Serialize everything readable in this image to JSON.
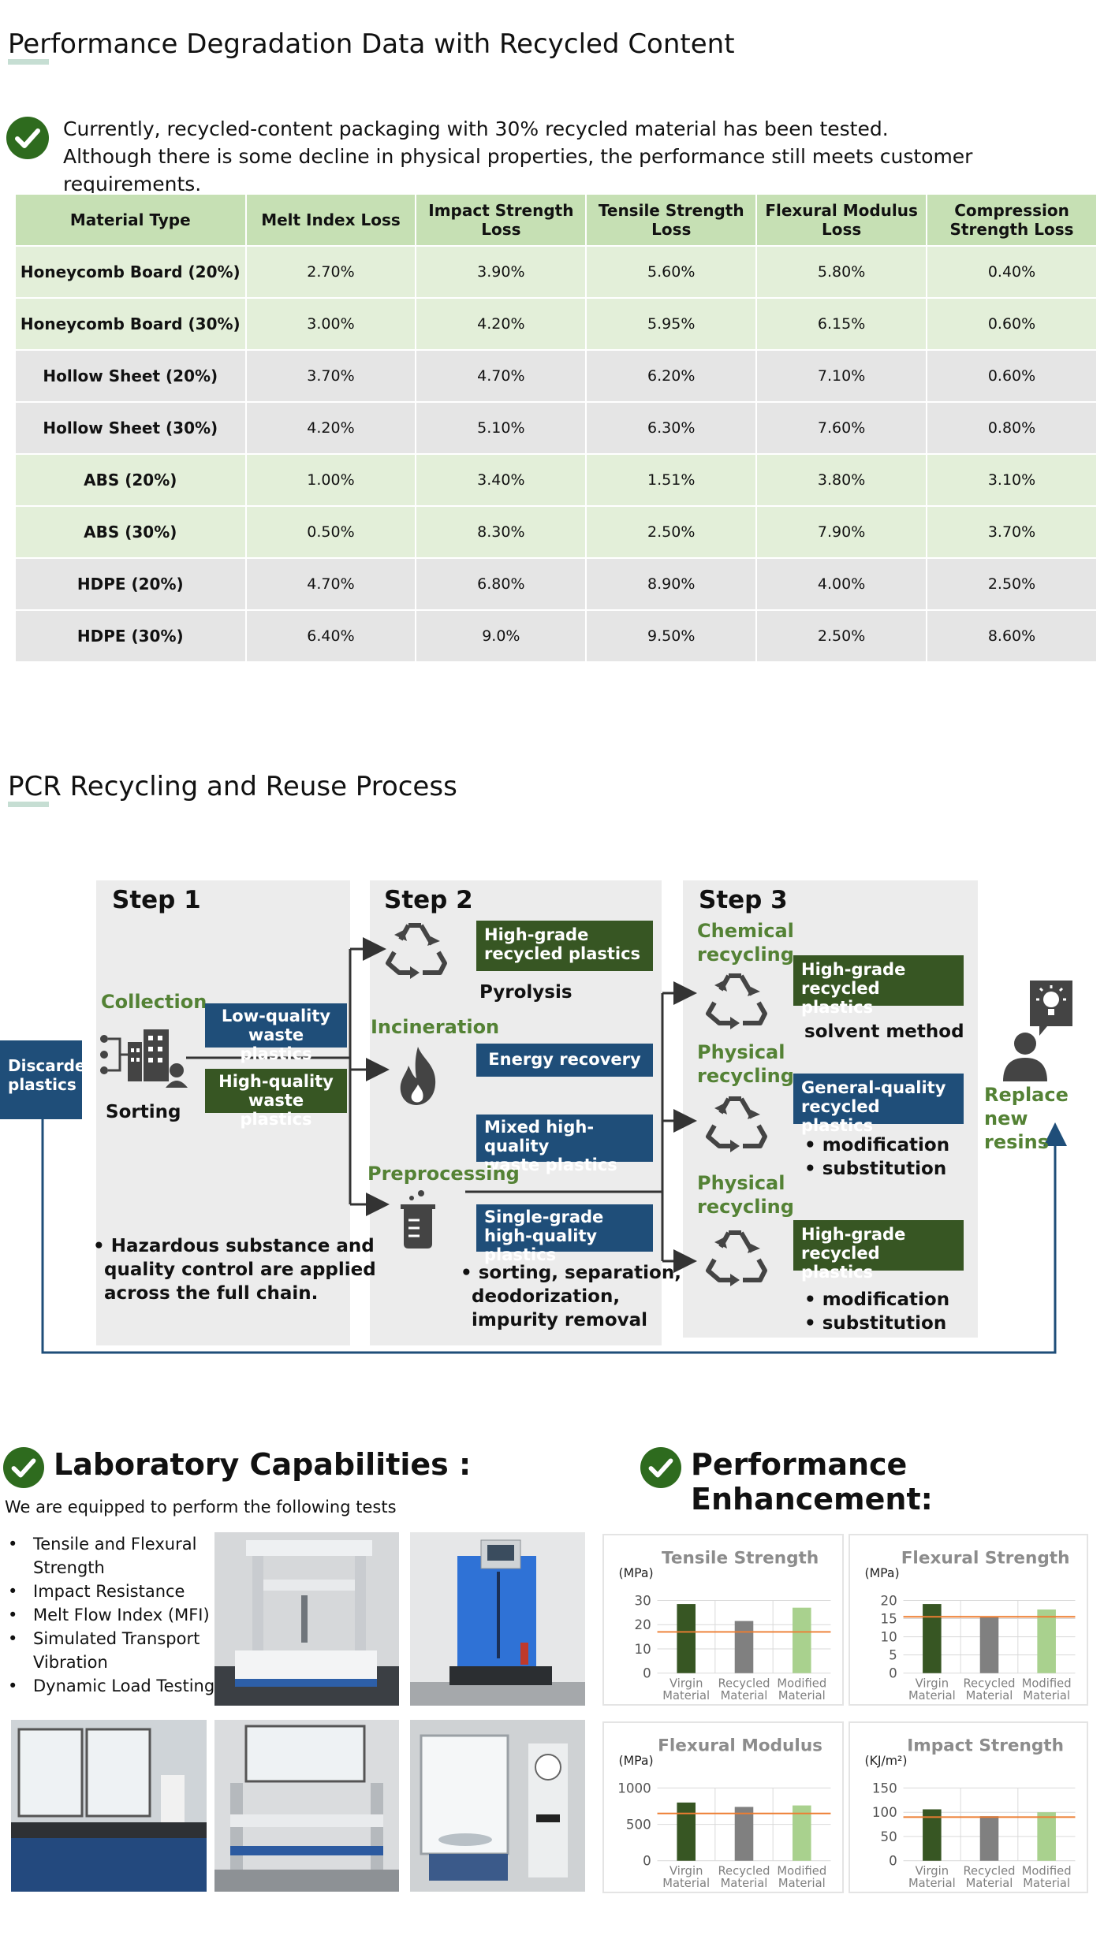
{
  "section1": {
    "title": "Performance Degradation Data with Recycled Content",
    "note_line1": "Currently, recycled-content packaging with 30% recycled material has been tested.",
    "note_line2": "Although there is some decline in physical properties, the performance still meets customer requirements."
  },
  "table": {
    "headers": [
      "Material Type",
      "Melt Index Loss",
      "Impact Strength Loss",
      "Tensile Strength Loss",
      "Flexural Modulus Loss",
      "Compression Strength Loss"
    ],
    "rows": [
      [
        "Honeycomb Board (20%)",
        "2.70%",
        "3.90%",
        "5.60%",
        "5.80%",
        "0.40%"
      ],
      [
        "Honeycomb Board (30%)",
        "3.00%",
        "4.20%",
        "5.95%",
        "6.15%",
        "0.60%"
      ],
      [
        "Hollow Sheet (20%)",
        "3.70%",
        "4.70%",
        "6.20%",
        "7.10%",
        "0.60%"
      ],
      [
        "Hollow Sheet (30%)",
        "4.20%",
        "5.10%",
        "6.30%",
        "7.60%",
        "0.80%"
      ],
      [
        "ABS (20%)",
        "1.00%",
        "3.40%",
        "1.51%",
        "3.80%",
        "3.10%"
      ],
      [
        "ABS (30%)",
        "0.50%",
        "8.30%",
        "2.50%",
        "7.90%",
        "3.70%"
      ],
      [
        "HDPE (20%)",
        "4.70%",
        "6.80%",
        "8.90%",
        "4.00%",
        "2.50%"
      ],
      [
        "HDPE (30%)",
        "6.40%",
        "9.0%",
        "9.50%",
        "2.50%",
        "8.60%"
      ]
    ]
  },
  "section2": {
    "title": "PCR Recycling and Reuse Process",
    "discarded": [
      "Discarded",
      "plastics"
    ],
    "step1": {
      "title": "Step 1",
      "collection": "Collection",
      "low_quality": [
        "Low-quality",
        "waste plastics"
      ],
      "high_quality": [
        "High-quality",
        "waste plastics"
      ],
      "sorting": "Sorting",
      "note": [
        "• Hazardous substance and",
        "quality control are applied",
        "across the full chain."
      ]
    },
    "step2": {
      "title": "Step 2",
      "high_grade": [
        "High-grade",
        "recycled plastics"
      ],
      "pyrolysis": "Pyrolysis",
      "incineration": "Incineration",
      "energy_recovery": "Energy recovery",
      "mixed": [
        "Mixed high-quality",
        "waste plastics"
      ],
      "preprocessing": "Preprocessing",
      "single_grade": [
        "Single-grade",
        "high-quality plastics"
      ],
      "note": [
        "• sorting, separation,",
        "deodorization,",
        "impurity removal"
      ]
    },
    "step3": {
      "title": "Step 3",
      "chemical": [
        "Chemical",
        "recycling"
      ],
      "high_grade": [
        "High-grade",
        "recycled plastics"
      ],
      "solvent": "solvent method",
      "physical1": [
        "Physical",
        "recycling"
      ],
      "general": [
        "General-quality",
        "recycled plastics"
      ],
      "bullets1": [
        "• modification",
        "• substitution"
      ],
      "physical2": [
        "Physical",
        "recycling"
      ],
      "high_grade2": [
        "High-grade",
        "recycled plastics"
      ],
      "bullets2": [
        "• modification",
        "• substitution"
      ]
    },
    "replace": [
      "Replace new",
      "resins"
    ]
  },
  "lab": {
    "title": "Laboratory Capabilities :",
    "intro": "We are equipped to perform the following tests",
    "tests": [
      "Tensile and Flexural Strength",
      "Impact Resistance",
      "Melt Flow Index (MFI)",
      "Simulated Transport Vibration",
      "Dynamic Load Testing"
    ]
  },
  "perf": {
    "title": "Performance Enhancement:"
  },
  "colors": {
    "dark_green": "#375623",
    "grey_bar": "#808080",
    "light_green": "#a9d18e",
    "ref_line": "#ed7d31",
    "blue": "#1f4e79"
  },
  "chart_data": [
    {
      "type": "bar",
      "title": "Tensile Strength",
      "ylabel": "(MPa)",
      "categories": [
        [
          "Virgin",
          "Material"
        ],
        [
          "Recycled",
          "Material"
        ],
        [
          "Modified",
          "Material"
        ]
      ],
      "values": [
        28.5,
        21.5,
        27
      ],
      "reference": 17,
      "ylim": [
        0,
        30
      ],
      "yticks": [
        0,
        10,
        20,
        30
      ]
    },
    {
      "type": "bar",
      "title": "Flexural Strength",
      "ylabel": "(MPa)",
      "categories": [
        [
          "Virgin",
          "Material"
        ],
        [
          "Recycled",
          "Material"
        ],
        [
          "Modified",
          "Material"
        ]
      ],
      "values": [
        19,
        15.5,
        17.5
      ],
      "reference": 15.5,
      "ylim": [
        0,
        20
      ],
      "yticks": [
        0,
        5,
        10,
        15,
        20
      ]
    },
    {
      "type": "bar",
      "title": "Flexural Modulus",
      "ylabel": "(MPa)",
      "categories": [
        [
          "Virgin",
          "Material"
        ],
        [
          "Recycled",
          "Material"
        ],
        [
          "Modified",
          "Material"
        ]
      ],
      "values": [
        800,
        740,
        760
      ],
      "reference": 650,
      "ylim": [
        0,
        1000
      ],
      "yticks": [
        0,
        500,
        1000
      ]
    },
    {
      "type": "bar",
      "title": "Impact Strength",
      "ylabel": "(KJ/m²)",
      "categories": [
        [
          "Virgin",
          "Material"
        ],
        [
          "Recycled",
          "Material"
        ],
        [
          "Modified",
          "Material"
        ]
      ],
      "values": [
        106,
        92,
        100
      ],
      "reference": 90,
      "ylim": [
        0,
        150
      ],
      "yticks": [
        0,
        50,
        100,
        150
      ]
    }
  ]
}
